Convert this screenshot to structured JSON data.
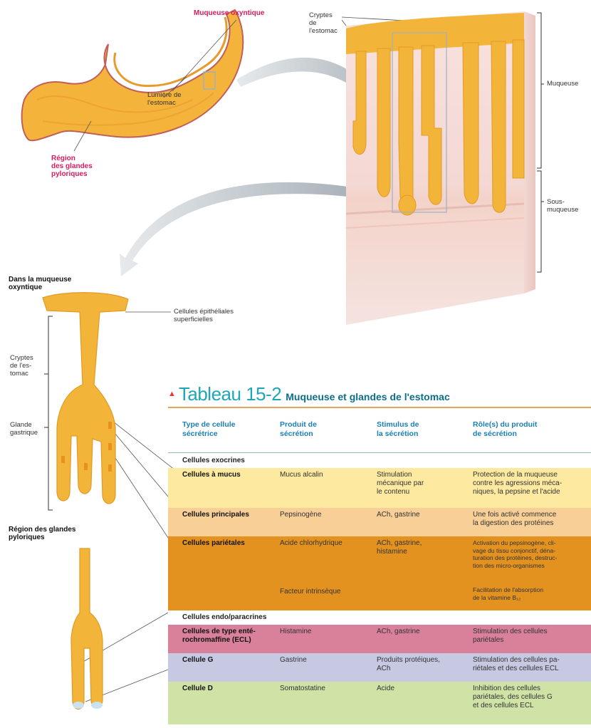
{
  "labels": {
    "muqueuse_oxyntique": "Muqueuse oxyntique",
    "lumiere": "Lumière de\nl'estomac",
    "region_glandes": "Région\ndes glandes\npyloriques",
    "cryptes_top": "Cryptes\nde\nl'estomac",
    "muqueuse": "Muqueuse",
    "sous_muqueuse": "Sous-\nmuqueuse",
    "dans_muqueuse": "Dans la muqueuse\noxyntique",
    "cellules_epith": "Cellules épithéliales\nsuperficielles",
    "cryptes_left": "Cryptes\nde l'es-\ntomac",
    "glande": "Glande\ngastrique",
    "region_glandes_2": "Région des glandes\npyloriques"
  },
  "table": {
    "marker": "▲",
    "title_num": "Tableau 15-2",
    "title_text": "Muqueuse et glandes de l'estomac",
    "headers": [
      "Type de cellule\nsécrétrice",
      "Produit de\nsécrétion",
      "Stimulus de\nla sécrétion",
      "Rôle(s) du produit\nde sécrétion"
    ],
    "section_exo": "Cellules exocrines",
    "section_endo": "Cellules endo/paracrines",
    "rows": [
      {
        "cell": "Cellules à mucus",
        "product": "Mucus alcalin",
        "stimulus": "Stimulation\nmécanique par\nle contenu",
        "role": "Protection de la muqueuse\ncontre les agressions méca-\nniques, la pepsine et l'acide",
        "color": "#fde9a0"
      },
      {
        "cell": "Cellules principales",
        "product": "Pepsinogène",
        "stimulus": "ACh, gastrine",
        "role": "Une fois activé commence\nla digestion des protéines",
        "color": "#f7cf97"
      },
      {
        "cell": "Cellules pariétales",
        "product": "Acide chlorhydrique",
        "product2": "Facteur intrinsèque",
        "stimulus": "ACh, gastrine,\nhistamine",
        "role": "Activation du pepsinogène, cli-\nvage du tissu conjonctif, déna-\nturation des protéines, destruc-\ntion des micro-organismes",
        "role2": "Facilitation de l'absorption\nde la vitamine B₁₂",
        "color": "#e3921f"
      },
      {
        "cell": "Cellules de type enté-\nrochromaffine (ECL)",
        "product": "Histamine",
        "stimulus": "ACh, gastrine",
        "role": "Stimulation des cellules\npariétales",
        "color": "#d9819a"
      },
      {
        "cell": "Cellule G",
        "product": "Gastrine",
        "stimulus": "Produits protéiques,\nACh",
        "role": "Stimulation des cellules pa-\nriétales et des cellules ECL",
        "color": "#c7c9e3"
      },
      {
        "cell": "Cellule D",
        "product": "Somatostatine",
        "stimulus": "Acide",
        "role": "Inhibition des cellules\npariétales, des cellules G\net des cellules ECL",
        "color": "#cfe3a6"
      }
    ]
  },
  "colors": {
    "tissue_yellow": "#f2b233",
    "stomach_outline": "#c0605a",
    "pink_label": "#d81b60",
    "table_header": "#1a7fb5",
    "title_teal": "#1fa7b8"
  }
}
